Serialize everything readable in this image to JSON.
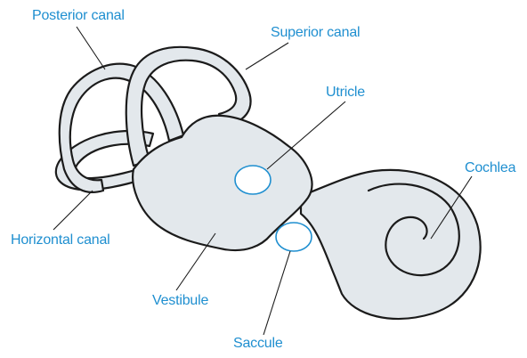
{
  "colors": {
    "label": "#1f8fd0",
    "outline": "#1b1b1b",
    "fill": "#e3e8ec",
    "fill_light": "#f6f8fa",
    "marker": "#1f8fd0"
  },
  "labels": {
    "posterior_canal": "Posterior canal",
    "superior_canal": "Superior canal",
    "utricle": "Utricle",
    "cochlea": "Cochlea",
    "horizontal_canal": "Horizontal canal",
    "vestibule": "Vestibule",
    "saccule": "Saccule"
  }
}
